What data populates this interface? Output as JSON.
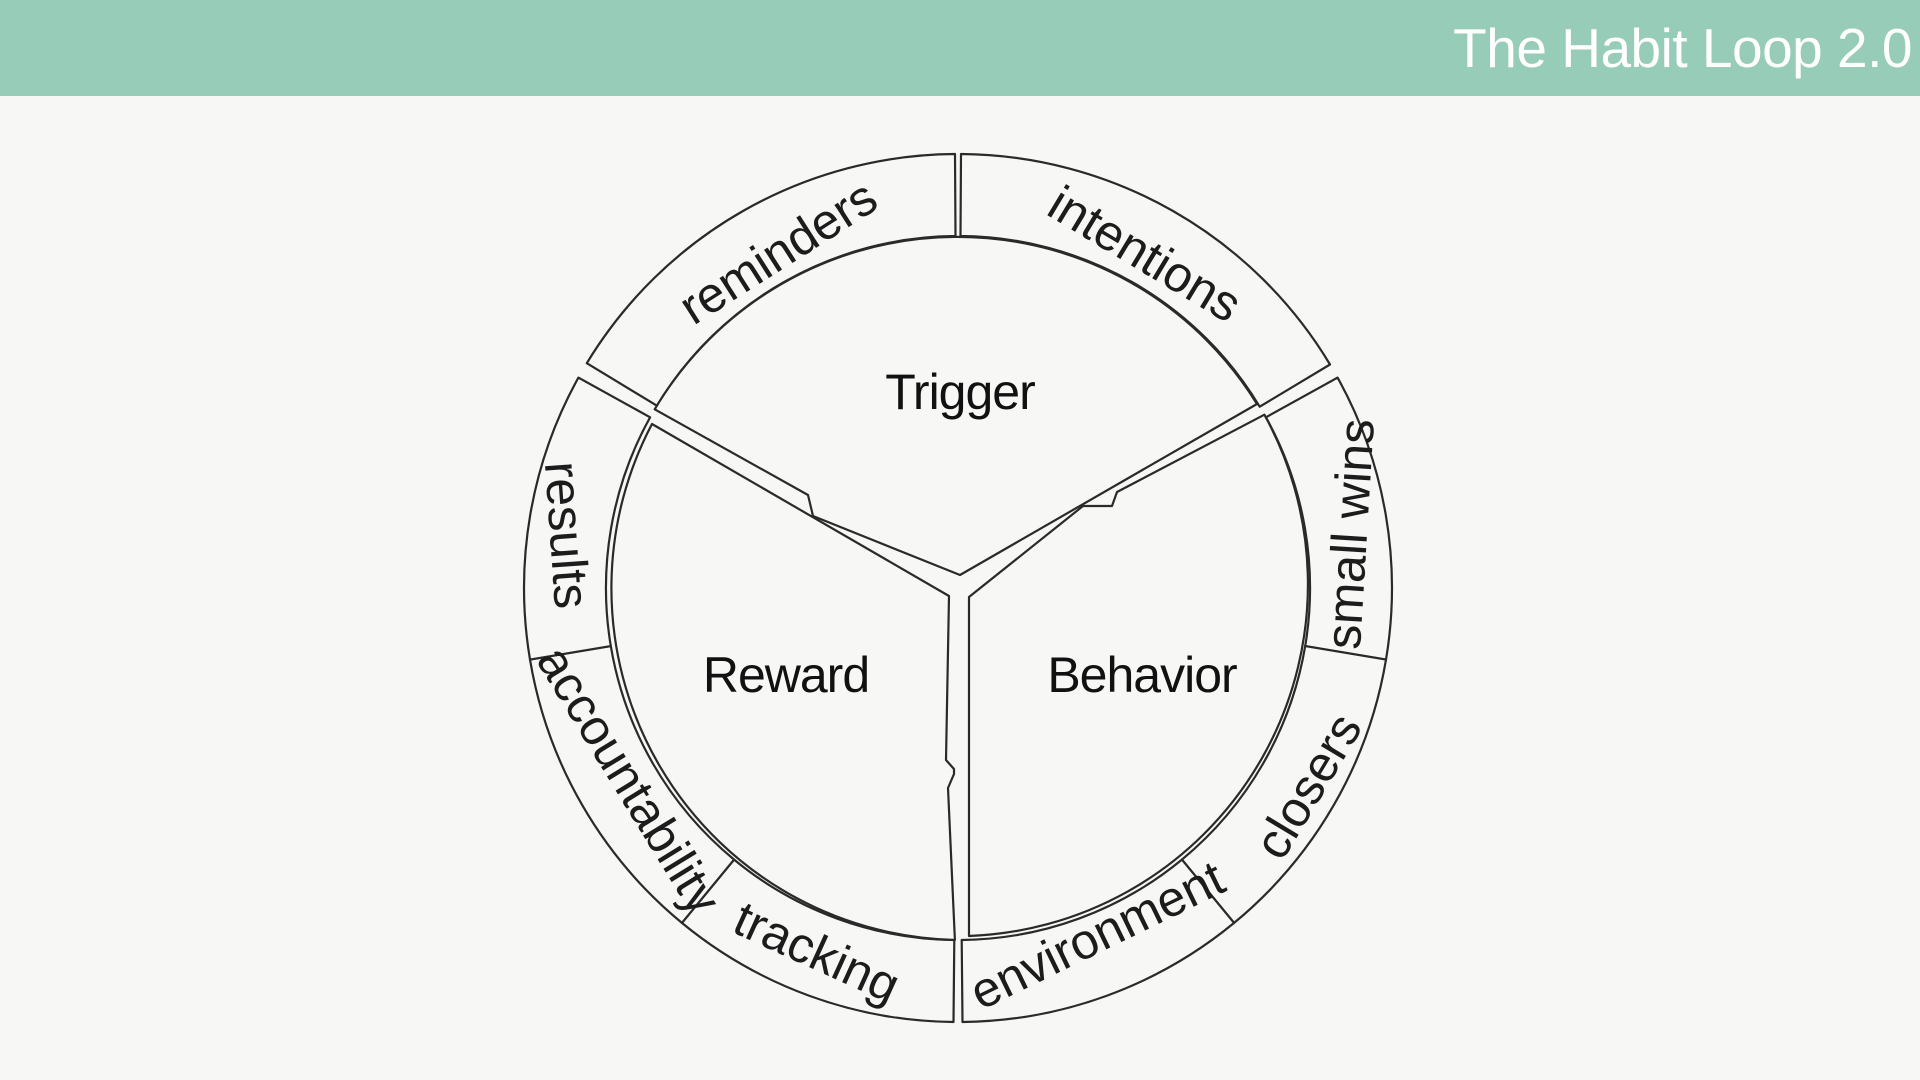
{
  "header": {
    "title": "The Habit Loop 2.0",
    "bar_color": "#96ccb8"
  },
  "diagram": {
    "sectors": [
      {
        "label": "Trigger",
        "ring": [
          "reminders",
          "intentions"
        ]
      },
      {
        "label": "Behavior",
        "ring": [
          "small wins",
          "closers",
          "environment"
        ]
      },
      {
        "label": "Reward",
        "ring": [
          "tracking",
          "accountability",
          "results"
        ]
      }
    ]
  }
}
